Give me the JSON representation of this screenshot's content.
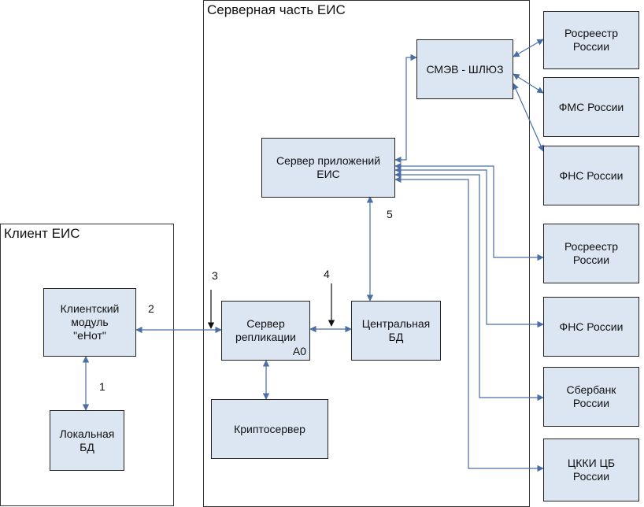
{
  "server_frame": {
    "title": "Серверная часть ЕИС"
  },
  "client_frame": {
    "title": "Клиент ЕИС"
  },
  "boxes": {
    "smev": "СМЭВ - ШЛЮЗ",
    "app_server": "Сервер приложений\nЕИС",
    "replication": "Сервер\nрепликации",
    "replication_tag": "А0",
    "central_db": "Центральная\nБД",
    "crypto": "Криптосервер",
    "client_module": "Клиентский\nмодуль\n\"еНот\"",
    "local_db": "Локальная\nБД",
    "rosreestr_top": "Росреестр\nРоссии",
    "fms": "ФМС России",
    "fns_top": "ФНС России",
    "rosreestr_mid": "Росреестр\nРоссии",
    "fns_mid": "ФНС России",
    "sberbank": "Сбербанк\nРоссии",
    "ckki": "ЦККИ ЦБ\nРоссии"
  },
  "labels": {
    "n1": "1",
    "n2": "2",
    "n3": "3",
    "n4": "4",
    "n5": "5"
  },
  "colors": {
    "box_fill": "#dce6f2",
    "connector": "#4a6fa5"
  }
}
